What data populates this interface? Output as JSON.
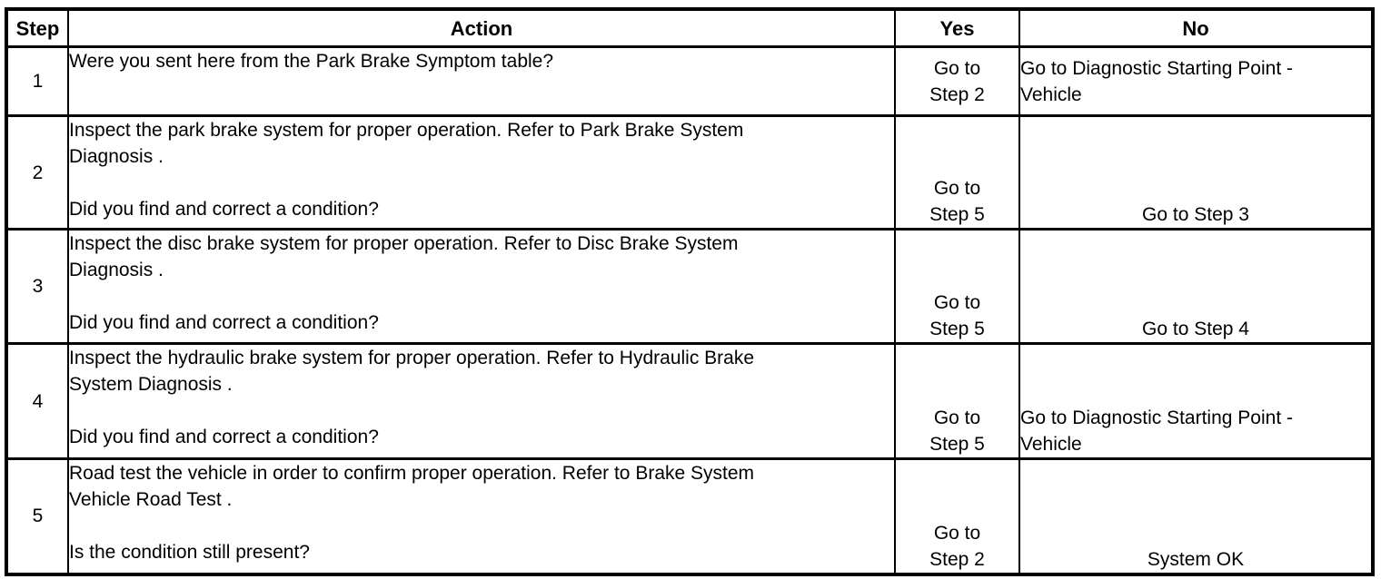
{
  "colors": {
    "background": "#ffffff",
    "border": "#000000",
    "text": "#000000"
  },
  "table": {
    "headers": {
      "step": "Step",
      "action": "Action",
      "yes": "Yes",
      "no": "No"
    },
    "rows": [
      {
        "step": "1",
        "action_lines": [
          "Were you sent here from the Park Brake Symptom table?"
        ],
        "yes_lines": [
          "Go to",
          "Step 2"
        ],
        "no_lines": [
          "Go to Diagnostic Starting Point -",
          "Vehicle"
        ],
        "no_align": "left",
        "result_valign": "middle"
      },
      {
        "step": "2",
        "action_lines": [
          "Inspect the park brake system for proper operation. Refer to Park Brake System",
          "Diagnosis .",
          "",
          "Did you find and correct a condition?"
        ],
        "yes_lines": [
          "Go to",
          "Step 5"
        ],
        "no_lines": [
          "Go to Step 3"
        ],
        "no_align": "center",
        "result_valign": "bottom"
      },
      {
        "step": "3",
        "action_lines": [
          "Inspect the disc brake system for proper operation. Refer to Disc Brake System",
          "Diagnosis .",
          "",
          "Did you find and correct a condition?"
        ],
        "yes_lines": [
          "Go to",
          "Step 5"
        ],
        "no_lines": [
          "Go to Step 4"
        ],
        "no_align": "center",
        "result_valign": "bottom"
      },
      {
        "step": "4",
        "action_lines": [
          "Inspect the hydraulic brake system for proper operation. Refer to Hydraulic Brake",
          "System Diagnosis .",
          "",
          "Did you find and correct a condition?"
        ],
        "yes_lines": [
          "Go to",
          "Step 5"
        ],
        "no_lines": [
          "Go to Diagnostic Starting Point -",
          "Vehicle"
        ],
        "no_align": "left",
        "result_valign": "bottom"
      },
      {
        "step": "5",
        "action_lines": [
          "Road test the vehicle in order to confirm proper operation. Refer to Brake System",
          "Vehicle Road Test .",
          "",
          "Is the condition still present?"
        ],
        "yes_lines": [
          "Go to",
          "Step 2"
        ],
        "no_lines": [
          "System OK"
        ],
        "no_align": "center",
        "result_valign": "bottom"
      }
    ]
  }
}
